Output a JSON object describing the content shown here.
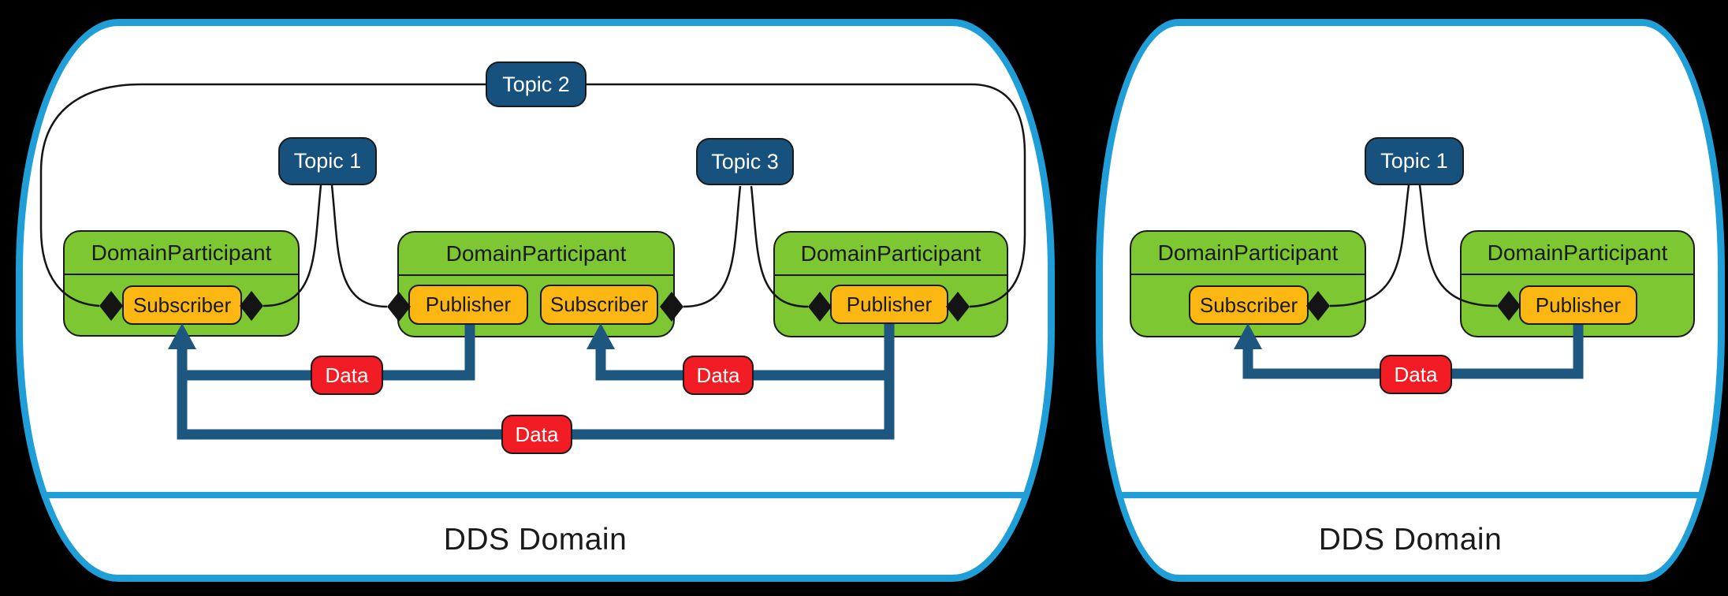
{
  "colors": {
    "canvas_background": "#000000",
    "domain_border_blue": "#1f9ed8",
    "domain_fill": "#ffffff",
    "participant_green": "#7dc733",
    "endpoint_orange": "#fdb713",
    "topic_navy": "#17527f",
    "data_red": "#f21d24",
    "flow_blue": "#1d567f",
    "connector_black": "#141414"
  },
  "domains": [
    {
      "label": "DDS Domain",
      "topics": [
        {
          "label": "Topic 2"
        },
        {
          "label": "Topic 1"
        },
        {
          "label": "Topic 3"
        }
      ],
      "participants": [
        {
          "title": "DomainParticipant",
          "endpoints": [
            {
              "role": "subscriber",
              "label": "Subscriber"
            }
          ]
        },
        {
          "title": "DomainParticipant",
          "endpoints": [
            {
              "role": "publisher",
              "label": "Publisher"
            },
            {
              "role": "subscriber",
              "label": "Subscriber"
            }
          ]
        },
        {
          "title": "DomainParticipant",
          "endpoints": [
            {
              "role": "publisher",
              "label": "Publisher"
            }
          ]
        }
      ],
      "data_flows": [
        {
          "label": "Data"
        },
        {
          "label": "Data"
        },
        {
          "label": "Data"
        }
      ]
    },
    {
      "label": "DDS Domain",
      "topics": [
        {
          "label": "Topic 1"
        }
      ],
      "participants": [
        {
          "title": "DomainParticipant",
          "endpoints": [
            {
              "role": "subscriber",
              "label": "Subscriber"
            }
          ]
        },
        {
          "title": "DomainParticipant",
          "endpoints": [
            {
              "role": "publisher",
              "label": "Publisher"
            }
          ]
        }
      ],
      "data_flows": [
        {
          "label": "Data"
        }
      ]
    }
  ]
}
